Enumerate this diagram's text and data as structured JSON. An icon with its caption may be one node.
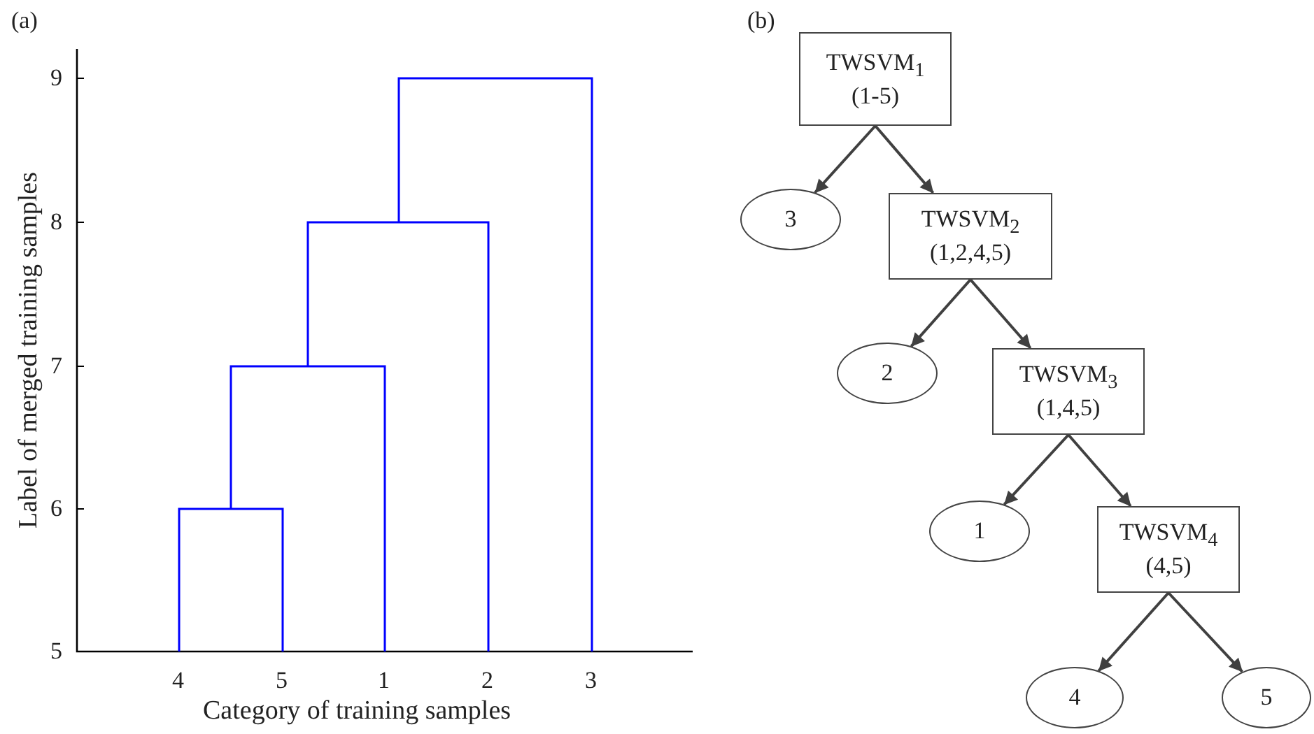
{
  "diagram": {
    "nodes": [
      {
        "text": [
          "TWSVM$_{1}$",
          "(1-5)"
        ]
      },
      {
        "text": [
          "3"
        ]
      },
      {
        "text": [
          "TWSVM$_{2}$",
          "(1,2,4,5)"
        ]
      },
      {
        "text": [
          "2"
        ]
      },
      {
        "text": [
          "TWSVM$_{3}$",
          "(1,4,5)"
        ]
      },
      {
        "text": [
          "1"
        ]
      },
      {
        "text": [
          "TWSVM$_{4}$",
          "(4,5)"
        ]
      },
      {
        "text": [
          "4"
        ]
      },
      {
        "text": [
          "5"
        ]
      }
    ],
    "edges": [
      {
        "from": 0,
        "to": 1,
        "arrow": "to"
      },
      {
        "from": 0,
        "to": 2,
        "arrow": "to"
      },
      {
        "from": 2,
        "to": 3,
        "arrow": "to"
      },
      {
        "from": 2,
        "to": 4,
        "arrow": "to"
      },
      {
        "from": 4,
        "to": 5,
        "arrow": "to"
      },
      {
        "from": 4,
        "to": 6,
        "arrow": "to"
      },
      {
        "from": 6,
        "to": 7,
        "arrow": "to"
      },
      {
        "from": 6,
        "to": 8,
        "arrow": "to"
      }
    ],
    "labels": [
      "(a)",
      "(b)",
      "9",
      "8",
      "7",
      "6",
      "5",
      "Label of merged training samples",
      "4",
      "5",
      "1",
      "2",
      "3",
      "Category of training samples"
    ]
  }
}
